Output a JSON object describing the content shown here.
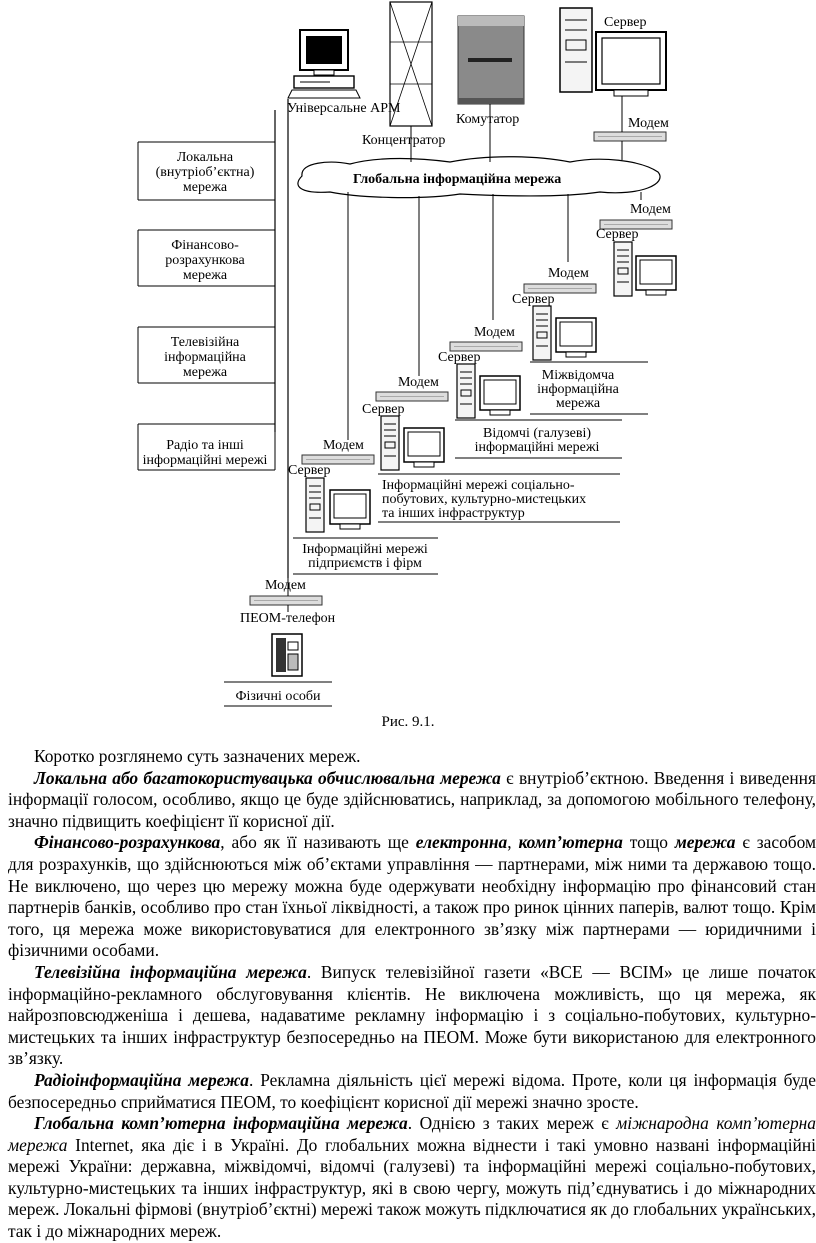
{
  "diagram": {
    "top": {
      "arm": "Універсальне АРМ",
      "hub": "Концентратор",
      "switch": "Комутатор",
      "server": "Сервер",
      "modem": "Модем"
    },
    "global": "Глобальна інформаційна мережа",
    "left": {
      "local": [
        "Локальна",
        "(внутріоб’єктна)",
        "мережа"
      ],
      "finance": [
        "Фінансово-",
        "розрахункова",
        "мережа"
      ],
      "tv": [
        "Телевізійна",
        "інформаційна",
        "мережа"
      ],
      "radio": [
        "Радіо та інші",
        "інформаційні мережі"
      ]
    },
    "stairs": {
      "modem": "Модем",
      "server": "Сервер",
      "interdept": [
        "Міжвідомча",
        "інформаційна",
        "мережа"
      ],
      "dept": [
        "Відомчі (галузеві)",
        "інформаційні мережі"
      ],
      "social": [
        "Інформаційні мережі соціально-",
        "побутових, культурно-мистецьких",
        "та інших  інфраструктур"
      ],
      "enterprises": [
        "Інформаційні мережі",
        "підприємств і фірм"
      ],
      "pc_phone": "ПЕОМ-телефон",
      "persons": "Фізичні особи"
    }
  },
  "caption": "Рис. 9.1.",
  "body": {
    "p1": "Коротко розглянемо суть зазначених мереж.",
    "p2_term": "Локальна або багатокористувацька обчислювальна мережа",
    "p2_rest": " є внутріоб’єктною. Введення і виведення інформації голосом, особливо, якщо це буде здійснюватись, наприклад, за допомогою мобільного телефону, значно підвищить коефіцієнт її корисної дії.",
    "p3_term": "Фінансово-розрахункова",
    "p3_mid1": ", або як її називають ще ",
    "p3_term2": "електронна",
    "p3_sep": ", ",
    "p3_term3": "комп’ютерна",
    "p3_mid2": " тощо ",
    "p3_term4": "мережа",
    "p3_rest": " є засобом для розрахунків, що здійснюються між об’єктами управління — партнерами, між ними та державою тощо. Не виключено, що через цю мережу можна буде одержувати необхідну інформацію про фінансовий стан партнерів банків, особливо про стан їхньої ліквідності, а також про ринок цінних паперів, валют тощо. Крім того, ця мережа може використовуватися для електронного зв’язку між партнерами — юридичними і фізичними особами.",
    "p4_term": "Телевізійна інформаційна мережа",
    "p4_rest": ". Випуск телевізійної газети «ВСЕ — ВСІМ» це лише початок інформаційно-рекламного обслуговування клієнтів. Не виключена можливість, що ця мережа, як найрозповсюдженіша і дешева, надаватиме рекламну інформацію і з соціально-побутових, культурно-мистецьких та інших інфраструктур безпосередньо на ПЕОМ. Може бути використаною для електронного зв’язку.",
    "p5_term": "Радіоінформаційна мережа",
    "p5_rest": ". Рекламна діяльність цієї мережі відома. Проте, коли ця інформація буде безпосередньо сприйматися ПЕОМ, то коефіцієнт корисної дії мережі значно зросте.",
    "p6_term": "Глобальна комп’ютерна інформаційна мережа",
    "p6_mid": ". Однією з таких мереж є ",
    "p6_it": "міжнародна комп’ютерна мережа",
    "p6_rest": " Internet, яка діє і в Україні. До глобальних можна віднести і такі умовно названі інформаційні мережі України: державна, міжвідомчі, відомчі (галузеві) та інформаційні мережі соціально-побутових, культурно-мистецьких та інших інфраструктур, які в свою чергу, можуть під’єднуватись і до міжнародних мереж. Локальні фірмові (внутріоб’єктні) мережі також можуть підключатися як до глобальних українських, так і до міжнародних мереж."
  }
}
